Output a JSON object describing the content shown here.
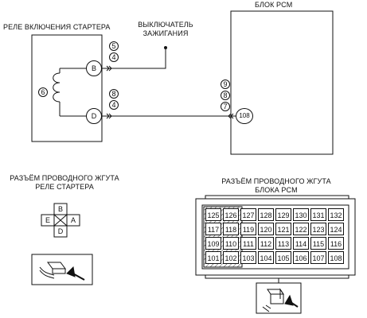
{
  "labels": {
    "pcm_block": "БЛОК PCM",
    "starter_relay": "РЕЛЕ ВКЛЮЧЕНИЯ СТАРТЕРА",
    "ignition_switch_l1": "ВЫКЛЮЧАТЕЛЬ",
    "ignition_switch_l2": "ЗАЖИГАНИЯ",
    "relay_harness_l1": "РАЗЪЁМ ПРОВОДНОГО ЖГУТА",
    "relay_harness_l2": "РЕЛЕ СТАРТЕРА",
    "pcm_harness_l1": "РАЗЪЁМ ПРОВОДНОГО ЖГУТА",
    "pcm_harness_l2": "БЛОКА PCM"
  },
  "schematic": {
    "terminal_b": "B",
    "terminal_d": "D",
    "pcm_terminal": "108",
    "coil_note": "6",
    "upper_notes": [
      "5",
      "4"
    ],
    "lower_notes": [
      "8",
      "4"
    ],
    "pcm_notes": [
      "9",
      "8",
      "7"
    ]
  },
  "relay_connector": {
    "top": "B",
    "left": "E",
    "right": "A",
    "bottom": "D"
  },
  "pcm_connector": {
    "rows": [
      [
        "125",
        "126",
        "127",
        "128",
        "129",
        "130",
        "131",
        "132"
      ],
      [
        "117",
        "118",
        "119",
        "120",
        "121",
        "122",
        "123",
        "124"
      ],
      [
        "109",
        "110",
        "111",
        "112",
        "113",
        "114",
        "115",
        "116"
      ],
      [
        "101",
        "102",
        "103",
        "104",
        "105",
        "106",
        "107",
        "108"
      ]
    ]
  },
  "icons": [
    "relay-connector-icon",
    "pcm-connector-icon",
    "ground-arrow-icon"
  ]
}
